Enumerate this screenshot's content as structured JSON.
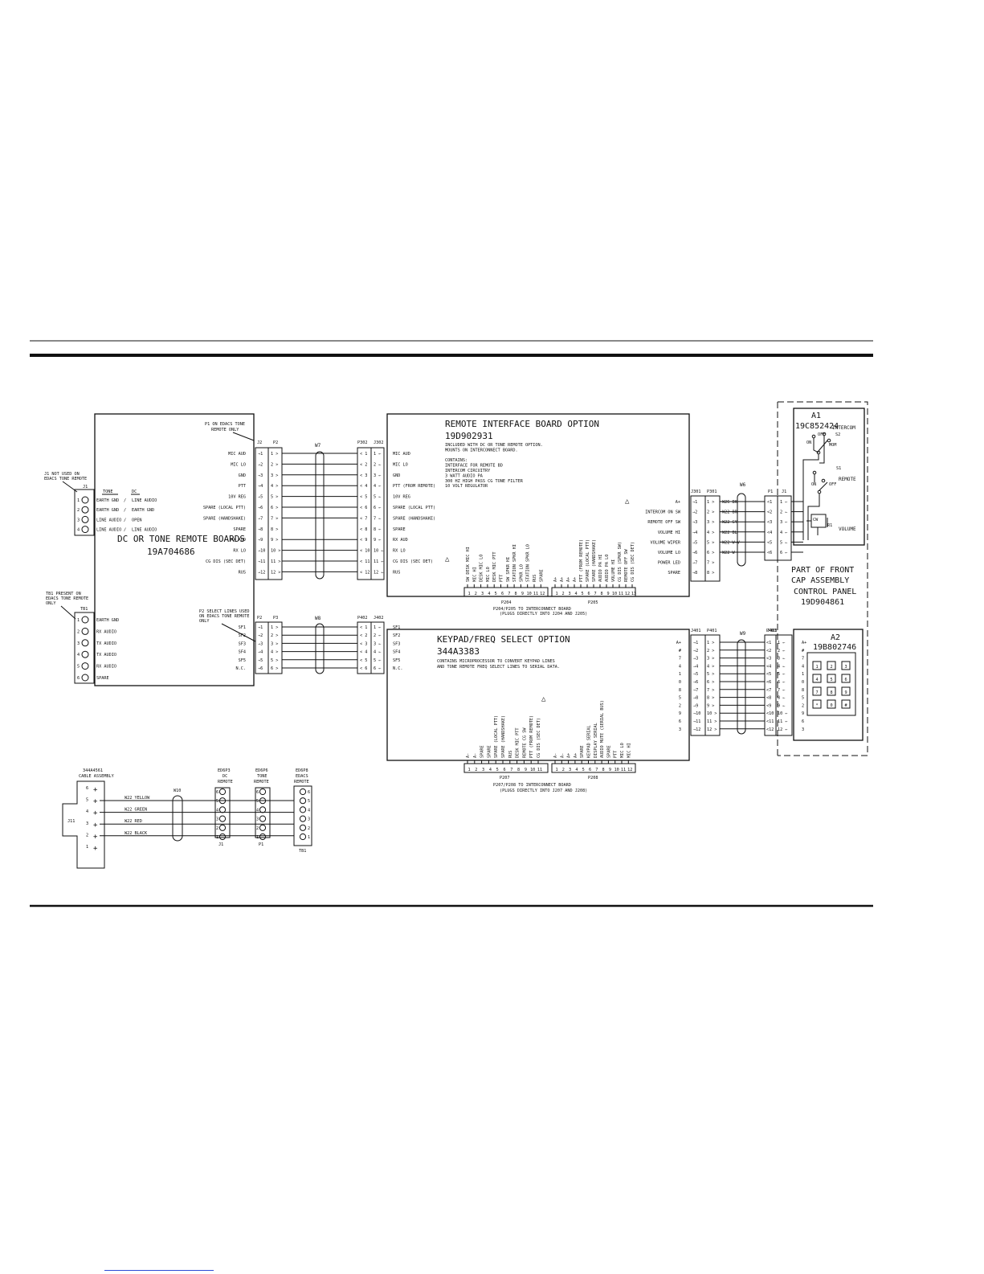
{
  "rc": {
    "title": "DC OR TONE REMOTE BOARDS",
    "part": "19A704686",
    "p1_note1": "P1 ON EDACS TONE",
    "p1_note2": "REMOTE ONLY",
    "j2": "J2",
    "p2": "P2",
    "p2_note1": "P2 SELECT LINES USED",
    "p2_note2": "ON EDACS TONE REMOTE",
    "p2_note3": "ONLY",
    "p2b": "P2",
    "p3": "P3",
    "top_pins": [
      "MIC AUD",
      "MIC LO",
      "GND",
      "PTT",
      "10V REG",
      "SPARE (LOCAL PTT)",
      "SPARE (HANDSHAKE)",
      "SPARE",
      "RX AUD",
      "RX LO",
      "CG DIS (SEC DET)",
      "RUS"
    ],
    "bot_pins": [
      "SF1",
      "SF2",
      "SF3",
      "SF4",
      "SF5",
      "N.C."
    ]
  },
  "j1": {
    "label": "J1",
    "note1": "J1 NOT USED ON",
    "note2": "EDACS TONE REMOTE",
    "col_tone": "TONE",
    "col_dc": "DC",
    "rows": [
      {
        "n": "1",
        "tone": "EARTH GND",
        "dc": "LINE AUDIO"
      },
      {
        "n": "2",
        "tone": "EARTH GND",
        "dc": "EARTH GND"
      },
      {
        "n": "3",
        "tone": "LINE AUDIO",
        "dc": "OPEN"
      },
      {
        "n": "4",
        "tone": "LINE AUDIO",
        "dc": "LINE AUDIO"
      }
    ]
  },
  "tb1": {
    "label": "TB1",
    "note1": "TB1 PRESENT ON",
    "note2": "EDACS TONE REMOTE",
    "note3": "ONLY",
    "rows": [
      {
        "n": "1",
        "t": "EARTH GND"
      },
      {
        "n": "2",
        "t": "RX AUDIO"
      },
      {
        "n": "3",
        "t": "TX AUDIO"
      },
      {
        "n": "4",
        "t": "TX AUDIO"
      },
      {
        "n": "5",
        "t": "RX AUDIO"
      },
      {
        "n": "6",
        "t": "SPARE"
      }
    ]
  },
  "w7": "W7",
  "w8": "W8",
  "w6": "W6",
  "w9": "W9",
  "w10": "W10",
  "rib": {
    "title": "REMOTE INTERFACE BOARD OPTION",
    "part": "19D902931",
    "desc": [
      "INCLUDED WITH DC OR TONE REMOTE OPTION.",
      "MOUNTS ON INTERCONNECT BOARD.",
      "",
      "CONTAINS:",
      "  INTERFACE FOR REMOTE BD",
      "  INTERCOM CIRCUITRY",
      "  3 WATT AUDIO PA",
      "  300 HZ HIGH PASS CG TONE FILTER",
      "  10 VOLT REGULATOR"
    ],
    "p302": "P302",
    "j302": "J302",
    "pins": [
      "MIC AUD",
      "MIC LO",
      "GND",
      "PTT (FROM REMOTE)",
      "10V REG",
      "SPARE (LOCAL PTT)",
      "SPARE (HANDSHAKE)",
      "SPARE",
      "RX AUD",
      "RX LO",
      "CG DIS (SEC DET)",
      "RUS"
    ],
    "p204_label": "P204",
    "p205_label": "P205",
    "conn_note1": "P204/P205 TO INTERCONNECT BOARD",
    "conn_note2": "(PLUGS DIRECTLY INTO J204 AND J205)",
    "p204_pins": [
      "SW DESK MIC HI",
      "MIC HI",
      "DESK MIC LO",
      "MIC LO",
      "DESK MIC PTT",
      "PTT",
      "SW SPKR HI",
      "STATION SPKR HI",
      "SPKR LO",
      "STATION SPKR LO",
      "RUS",
      "SPARE"
    ],
    "p205_pins": [
      "A+",
      "A+",
      "A+",
      "A+",
      "PTT (FROM REMOTE)",
      "SPARE (LOCAL PTT)",
      "SPARE (HANDSHAKE)",
      "AUDIO PA HI",
      "AUDIO PA LO",
      "VOLUME HI",
      "CG DIS (SPKR SW)",
      "REMOTE OFF SW",
      "CG DIS (SEC DET)"
    ],
    "j301": "J301",
    "p301": "P301",
    "right_pins": [
      "A+",
      "INTERCOM ON SW",
      "REMOTE OFF SW",
      "VOLUME HI",
      "VOLUME WIPER",
      "VOLUME LO",
      "POWER LED",
      "SPARE"
    ],
    "wires": [
      "W26 BK",
      "W22 BR",
      "W22 GY",
      "W22 BL",
      "W22 W-V",
      "W22 W"
    ]
  },
  "cp": {
    "a1": "A1",
    "a1_part": "19C852424",
    "intercom": "INTERCOM",
    "s2": "S2",
    "s1": "S1",
    "remote": "REMOTE",
    "volume": "VOLUME",
    "r1": "R1",
    "p1": "P1",
    "j1": "J1",
    "on": "ON",
    "off": "OFF",
    "mom": "MOM",
    "cw": "CW",
    "caption1": "PART OF FRONT",
    "caption2": "CAP ASSEMBLY",
    "caption3": "CONTROL PANEL",
    "caption4": "19D904861",
    "a2": "A2",
    "a2_part": "19B802746",
    "keys": [
      "1",
      "2",
      "3",
      "4",
      "5",
      "6",
      "7",
      "8",
      "9",
      "*",
      "0",
      "#"
    ],
    "j403": "J403",
    "p403": "P403"
  },
  "kp": {
    "title": "KEYPAD/FREQ SELECT OPTION",
    "part": "344A3383",
    "desc": [
      "CONTAINS MICROPROCESSOR TO CONVERT KEYPAD LINES",
      "AND TONE REMOTE FREQ SELECT LINES TO SERIAL DATA."
    ],
    "p402": "P402",
    "j402": "J402",
    "pins": [
      "SF1",
      "SF2",
      "SF3",
      "SF4",
      "SF5",
      "N.C."
    ],
    "j401": "J401",
    "p401": "P401",
    "right_labels": [
      "A+",
      "#",
      "7",
      "4",
      "1",
      "0",
      "8",
      "5",
      "2",
      "9",
      "6",
      "3"
    ],
    "p207_label": "P207",
    "p208_label": "P208",
    "conn_note1": "P207/P208 TO INTERCONNECT BOARD",
    "conn_note2": "(PLUGS DIRECTLY INTO J207 AND J208)",
    "p207_pins": [
      "A-",
      "A-",
      "SPARE",
      "SPARE",
      "SPARE (LOCAL PTT)",
      "SPARE (HANDSHAKE)",
      "RUS",
      "DESK MIC PTT",
      "REMOTE CG SW",
      "PTT (FROM REMOTE)",
      "CG DIS (SEC DET)"
    ],
    "p208_pins": [
      "A-",
      "A-",
      "A+",
      "A+",
      "SPARE",
      "KEYPAD SERIAL",
      "DISPLAY SERIAL",
      "AUDIO MUTE (SERIAL BUS)",
      "SPARE",
      "PTT",
      "MIC LO",
      "MIC HI"
    ]
  },
  "cable": {
    "title1": "344A4561",
    "title2": "CABLE ASSEMBLY",
    "j11": "J11",
    "wires": [
      "W22 YELLOW",
      "W22 GREEN",
      "W22 RED",
      "W22 BLACK"
    ],
    "c1a": "ED6P3",
    "c1b": "DC",
    "c1c": "REMOTE",
    "c1n": "J1",
    "c2a": "ED6P6",
    "c2b": "TONE",
    "c2c": "REMOTE",
    "c2n": "P1",
    "c3a": "ED6P8",
    "c3b": "EDACS",
    "c3c": "REMOTE",
    "c3n": "TB1"
  }
}
